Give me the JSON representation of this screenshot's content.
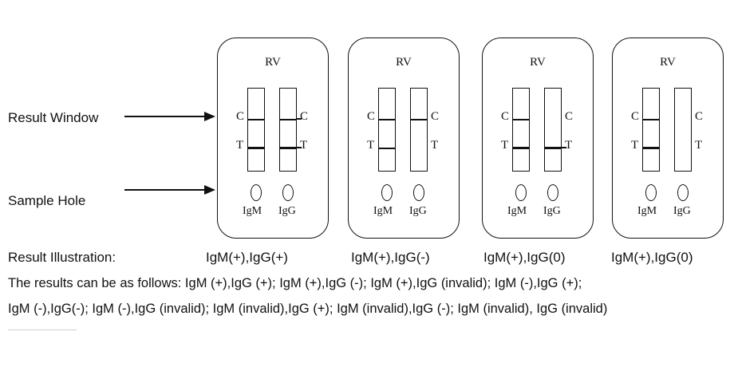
{
  "labels": {
    "result_window": "Result Window",
    "sample_hole": "Sample Hole",
    "result_illustration": "Result Illustration:"
  },
  "cassettes": [
    {
      "title": "RV",
      "igm_line": "positive",
      "igg_line": "positive",
      "control_igm": "present",
      "control_igg": "present",
      "result": "IgM(+),IgG(+)"
    },
    {
      "title": "RV",
      "igm_line": "positive",
      "igg_line": "negative",
      "control_igm": "present",
      "control_igg": "present",
      "result": "IgM(+),IgG(-)"
    },
    {
      "title": "RV",
      "igm_line": "positive",
      "igg_line": "positive",
      "control_igm": "present",
      "control_igg": "absent",
      "result": "IgM(+),IgG(0)"
    },
    {
      "title": "RV",
      "igm_line": "positive",
      "igg_line": "negative",
      "control_igm": "present",
      "control_igg": "absent",
      "result": "IgM(+),IgG(0)"
    }
  ],
  "strip_letters": {
    "control": "C",
    "test": "T"
  },
  "hole_labels": {
    "igm": "IgM",
    "igg": "IgG"
  },
  "paragraph": {
    "line1": "The results can be as follows: IgM (+),IgG (+); IgM (+),IgG (-); IgM (+),IgG (invalid); IgM (-),IgG (+);",
    "line2": "IgM (-),IgG(-); IgM (-),IgG (invalid); IgM (invalid),IgG (+); IgM (invalid),IgG (-); IgM (invalid), IgG (invalid)"
  }
}
